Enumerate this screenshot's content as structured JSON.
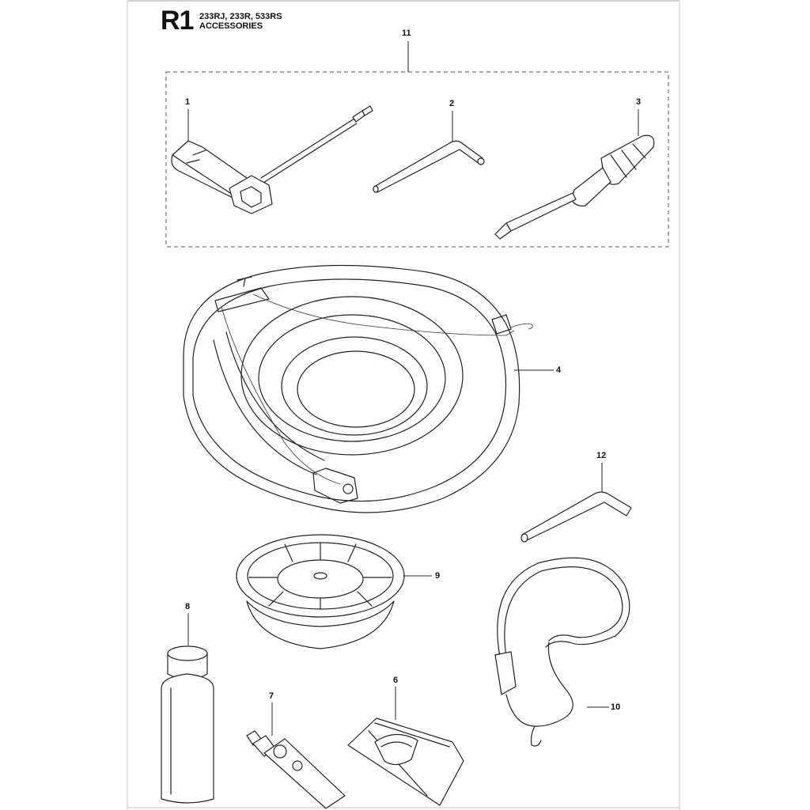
{
  "header": {
    "page_id": "R1",
    "models": "233RJ, 233R, 533RS",
    "section": "ACCESSORIES"
  },
  "callouts": {
    "c1": "1",
    "c2": "2",
    "c3": "3",
    "c4": "4",
    "c6": "6",
    "c7": "7",
    "c8": "8",
    "c9": "9",
    "c10": "10",
    "c11": "11",
    "c12": "12"
  }
}
